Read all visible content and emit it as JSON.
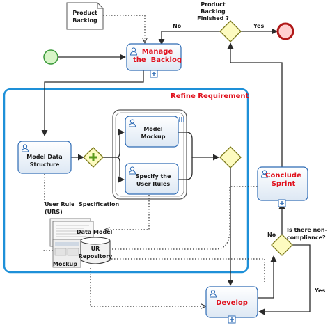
{
  "artifacts": {
    "product_backlog": "Product\nBacklog",
    "user_rule_spec": "User Rule  Specification\n(URS)",
    "data_model": "Data Model",
    "mockup": "Mockup",
    "ur_repository": "UR\nRepository"
  },
  "tasks": {
    "manage_backlog": "Manage\nthe  Backlog",
    "model_data_structure": "Model Data\nStructure",
    "model_mockup": "Model\nMockup",
    "specify_user_rules": "Specify the\nUser Rules",
    "conclude_sprint": "Conclude\nSprint",
    "develop": "Develop"
  },
  "subprocess": {
    "title": "Refine Requirement"
  },
  "gateways": {
    "backlog_finished": "Product\nBacklog\nFinished ?",
    "non_compliance": "Is there non-\ncompliance?"
  },
  "flow_labels": {
    "top_no": "No",
    "top_yes": "Yes",
    "right_no": "No",
    "right_yes": "Yes"
  },
  "colors": {
    "task_border": "#2d6bb5",
    "subprocess_border": "#1e90d8",
    "red_text": "#e0101c",
    "gateway_fill": "#fdfbc0",
    "gateway_border": "#7c7a1a",
    "end_event": "#b01818",
    "start_event": "#3a9a3a"
  }
}
